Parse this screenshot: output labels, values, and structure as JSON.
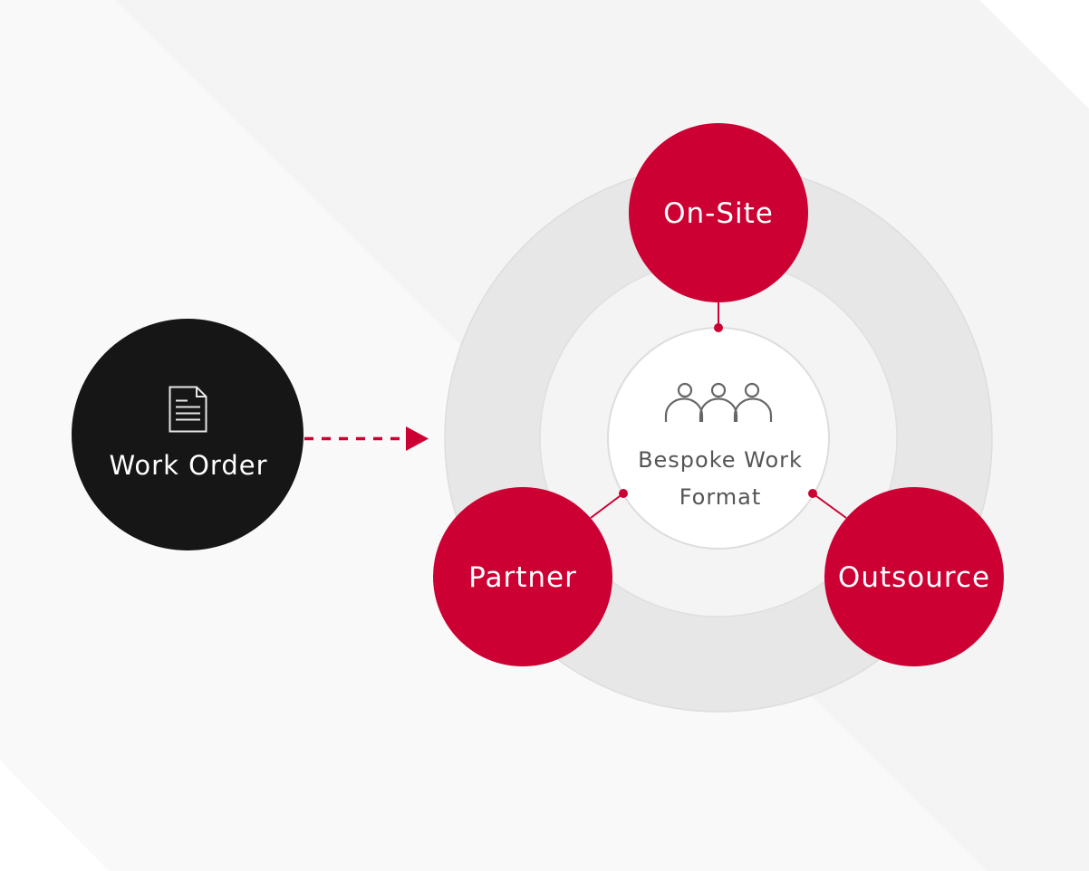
{
  "diagram": {
    "title": "Work Order to Bespoke Work Format",
    "colors": {
      "accent": "#cc0033",
      "source_node": "#161616",
      "ring_outer": "#e7e7e7",
      "ring_inner": "#f4f4f4",
      "center_fill": "#ffffff",
      "center_text": "#555555",
      "bg_panel": "#f9f9f9",
      "bg_band": "#f4f4f4"
    },
    "source": {
      "label": "Work Order",
      "icon": "document-icon"
    },
    "flow": {
      "style": "dashed-arrow",
      "from": "Work Order",
      "to": "Bespoke Work Format"
    },
    "center": {
      "label_line1": "Bespoke Work",
      "label_line2": "Format",
      "icon": "team-people-icon"
    },
    "options": [
      {
        "id": "on-site",
        "label": "On-Site"
      },
      {
        "id": "partner",
        "label": "Partner"
      },
      {
        "id": "outsource",
        "label": "Outsource"
      }
    ]
  }
}
